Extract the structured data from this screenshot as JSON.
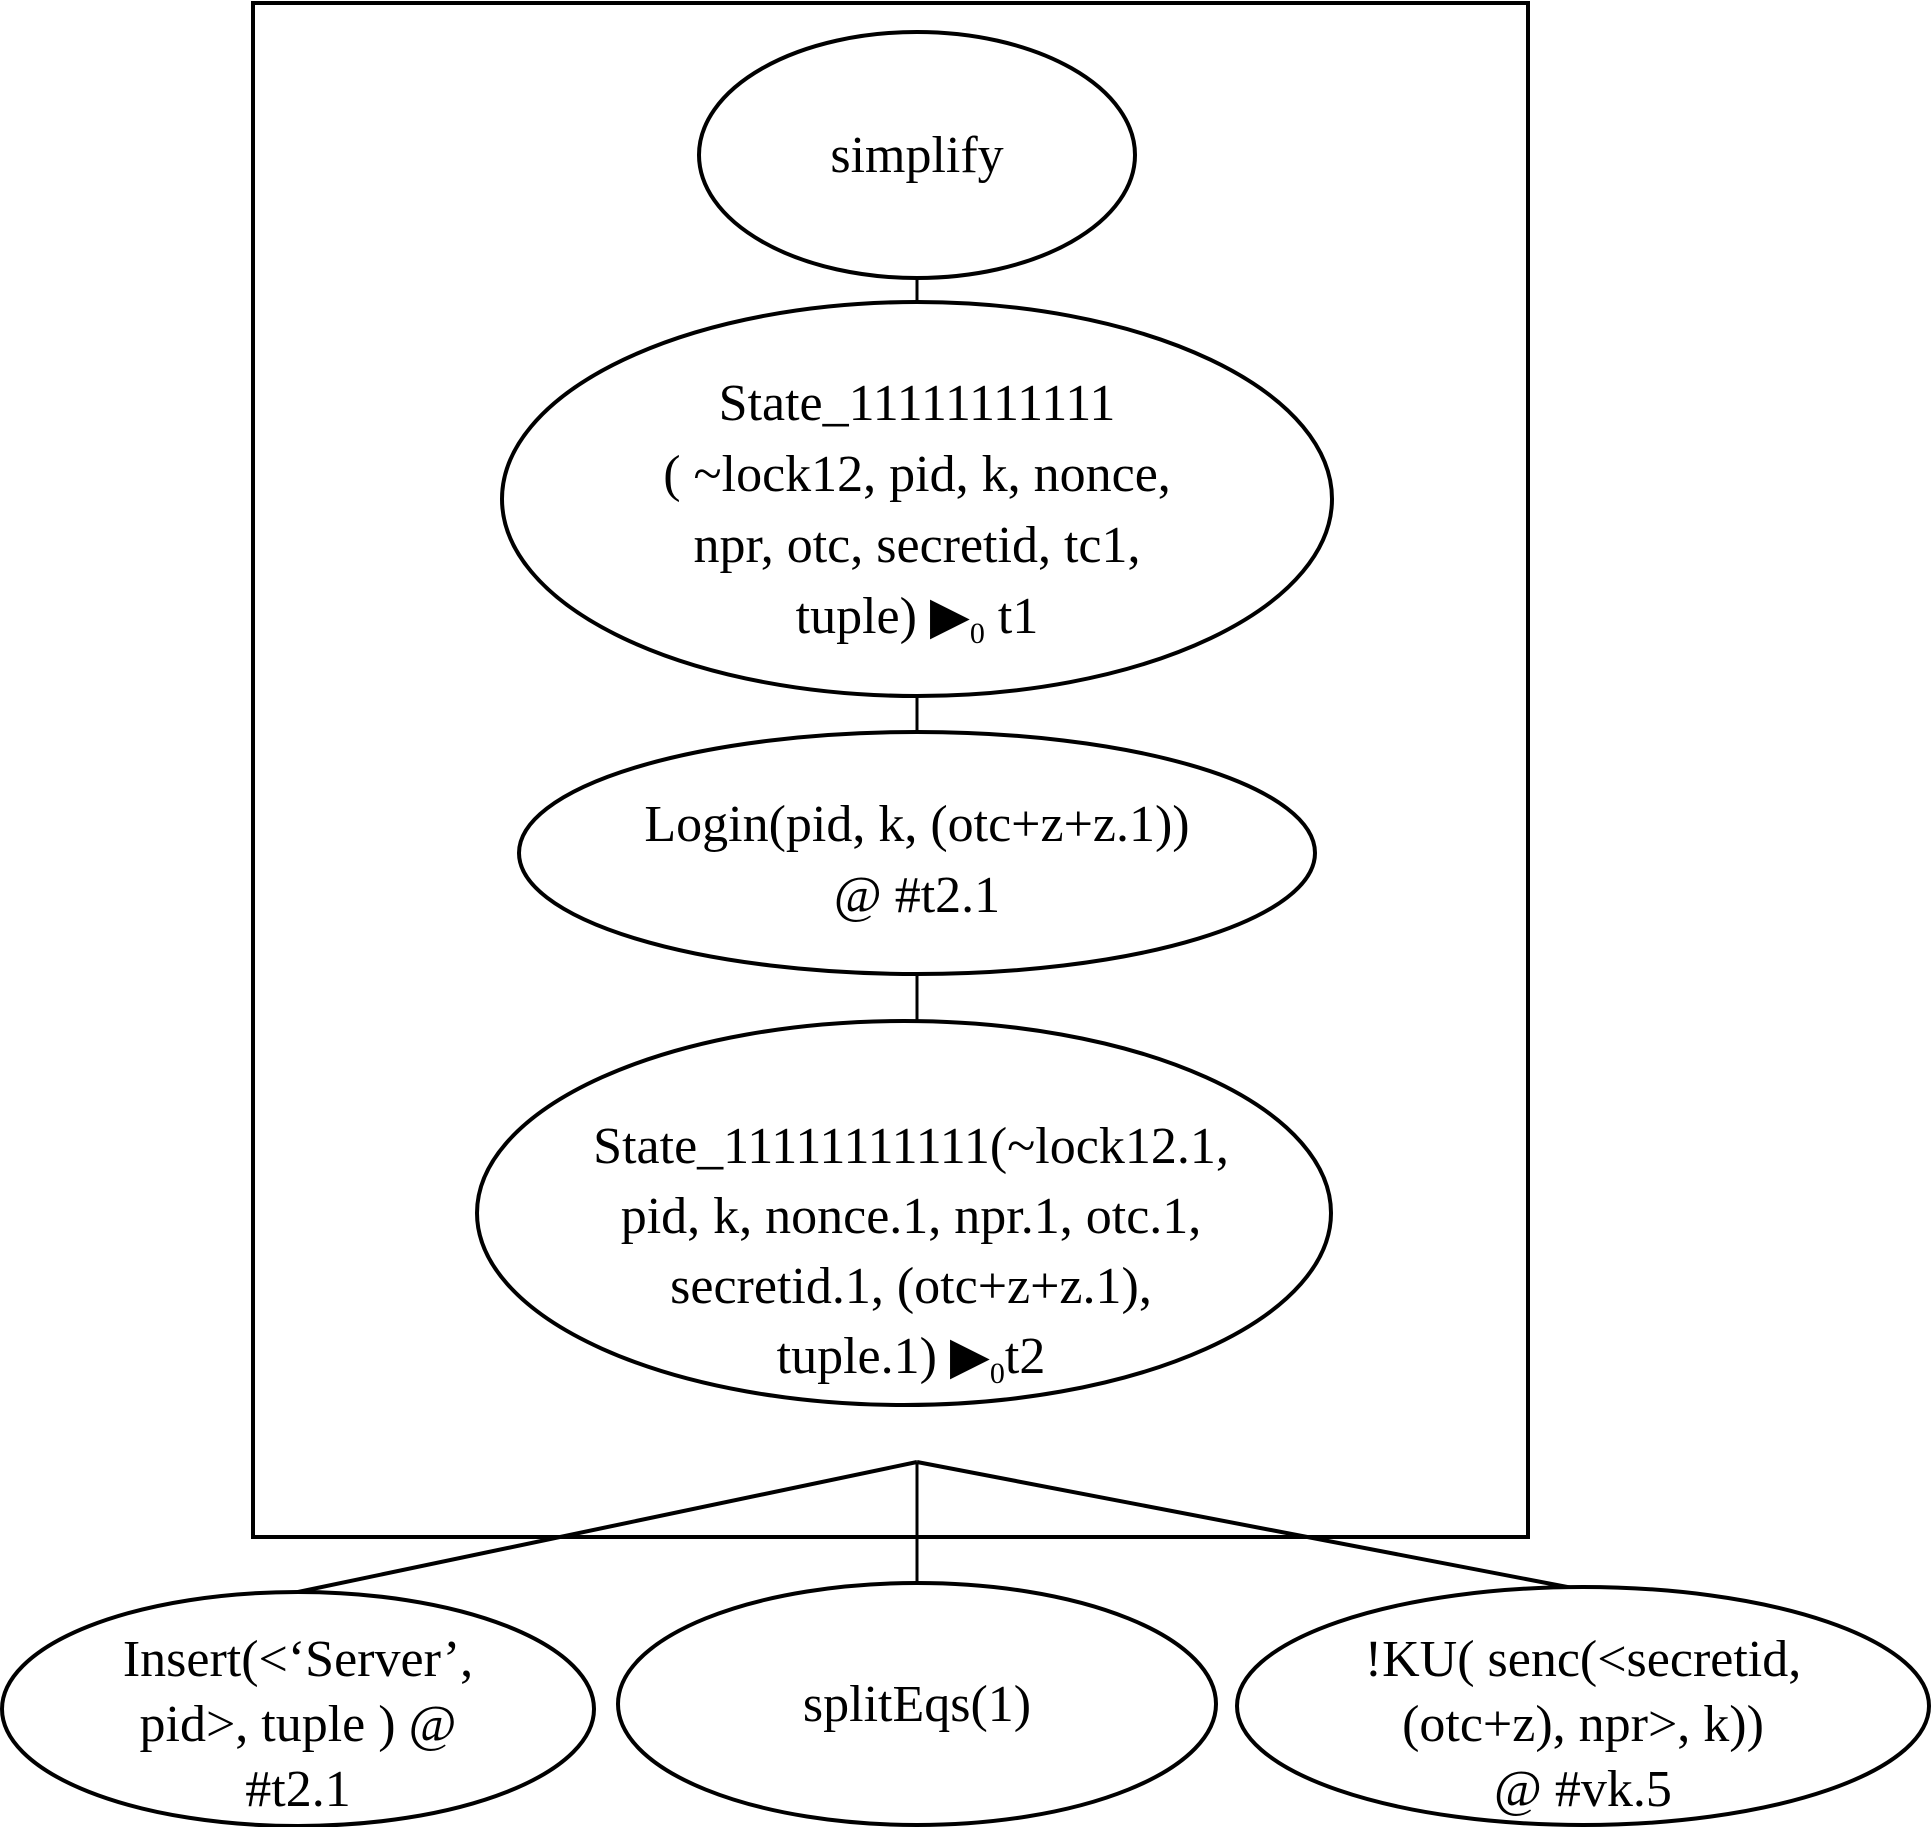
{
  "diagram": {
    "type": "proof-tree",
    "colors": {
      "stroke": "#000000",
      "background": "#ffffff",
      "text": "#000000"
    },
    "group_box": {
      "label": "",
      "contains": [
        "simplify",
        "state1",
        "login",
        "state2"
      ]
    },
    "nodes": {
      "simplify": {
        "lines": [
          "simplify"
        ]
      },
      "state1": {
        "lines": [
          "State_11111111111",
          "( ~lock12, pid, k, nonce,",
          "npr, otc, secretid, tc1,"
        ],
        "last_line_prefix": "tuple) ",
        "last_line_arrow": "▶",
        "last_line_sub": "0",
        "last_line_suffix": " t1"
      },
      "login": {
        "lines": [
          "Login(pid, k, (otc+z+z.1))",
          "@ #t2.1"
        ]
      },
      "state2": {
        "lines": [
          "State_11111111111(~lock12.1,",
          "pid, k, nonce.1, npr.1, otc.1,",
          "secretid.1, (otc+z+z.1),"
        ],
        "last_line_prefix": "tuple.1) ",
        "last_line_arrow": "▶",
        "last_line_sub": "0",
        "last_line_suffix": "t2"
      },
      "insert": {
        "lines": [
          "Insert(<‘Server’,",
          "pid>, tuple ) @",
          "#t2.1"
        ]
      },
      "spliteqs": {
        "lines": [
          "splitEqs(1)"
        ]
      },
      "ku": {
        "lines": [
          "!KU( senc(<secretid,",
          "(otc+z), npr>, k))",
          "@ #vk.5"
        ]
      }
    },
    "edges": [
      {
        "from": "simplify",
        "to": "state1"
      },
      {
        "from": "state1",
        "to": "login"
      },
      {
        "from": "login",
        "to": "state2"
      },
      {
        "from": "state2",
        "to": "insert"
      },
      {
        "from": "state2",
        "to": "spliteqs"
      },
      {
        "from": "state2",
        "to": "ku"
      }
    ]
  }
}
